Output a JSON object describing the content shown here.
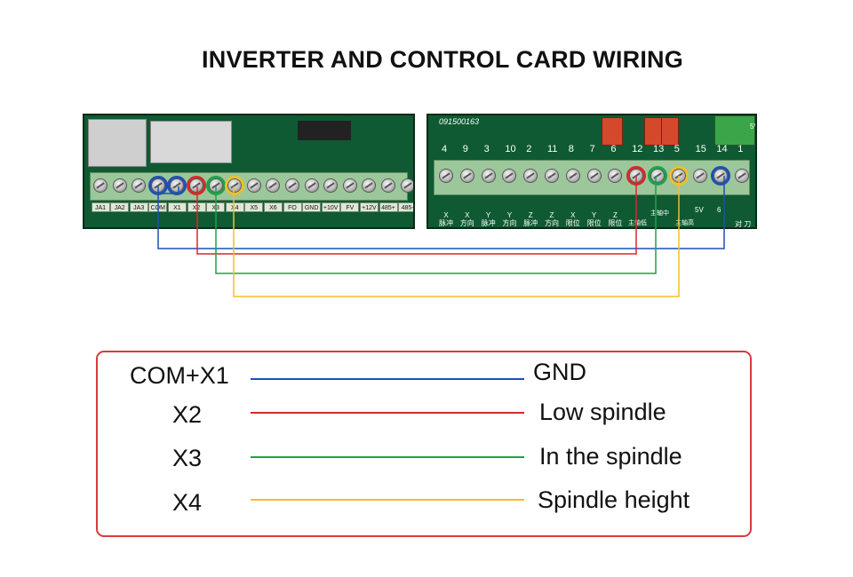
{
  "title": "INVERTER AND CONTROL CARD WIRING",
  "colors": {
    "blue": "#1f4fb4",
    "red": "#d42a2a",
    "green": "#1ca34a",
    "yellow": "#efbf2c",
    "legend_border": "#d73b3b",
    "board_green": "#0f5a33"
  },
  "left_board": {
    "terminals": [
      "JA1",
      "JA2",
      "JA3",
      "COM",
      "X1",
      "X2",
      "X3",
      "X4",
      "X5",
      "X6",
      "FO",
      "GND",
      "+10V",
      "FV",
      "+12V",
      "485+",
      "485-"
    ]
  },
  "right_board": {
    "part_number": "091500163",
    "top_numbers": [
      "4",
      "9",
      "3",
      "10",
      "2",
      "11",
      "8",
      "7",
      "6",
      "12",
      "13",
      "5",
      "15",
      "14",
      "1"
    ],
    "bottom_labels": [
      "X",
      "X",
      "Y",
      "Y",
      "Z",
      "Z",
      "X",
      "Y",
      "Z"
    ],
    "bottom_labels_cn": [
      "脉冲",
      "方向",
      "脉冲",
      "方向",
      "脉冲",
      "方向",
      "限位",
      "限位",
      "限位"
    ],
    "spindle_labels_cn": [
      "主轴低",
      "主轴中",
      "主轴高"
    ],
    "extra_labels": [
      "5V",
      "6",
      "对 刀",
      "5V"
    ]
  },
  "legend": {
    "rows": [
      {
        "left": "COM+X1",
        "right": "GND",
        "color": "#1f4fb4"
      },
      {
        "left": "X2",
        "right": "Low spindle",
        "color": "#d42a2a"
      },
      {
        "left": "X3",
        "right": "In the spindle",
        "color": "#1ca34a"
      },
      {
        "left": "X4",
        "right": "Spindle height",
        "color": "#efbf2c"
      }
    ]
  }
}
